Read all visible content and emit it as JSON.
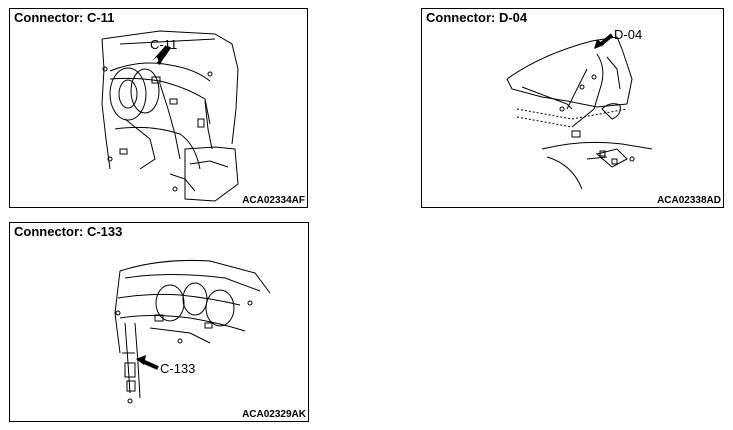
{
  "panels": [
    {
      "title": "Connector: C-11",
      "callout": "C-11",
      "code": "ACA02334AF"
    },
    {
      "title": "Connector: D-04",
      "callout": "D-04",
      "code": "ACA02338AD"
    },
    {
      "title": "Connector: C-133",
      "callout": "C-133",
      "code": "ACA02329AK"
    }
  ]
}
